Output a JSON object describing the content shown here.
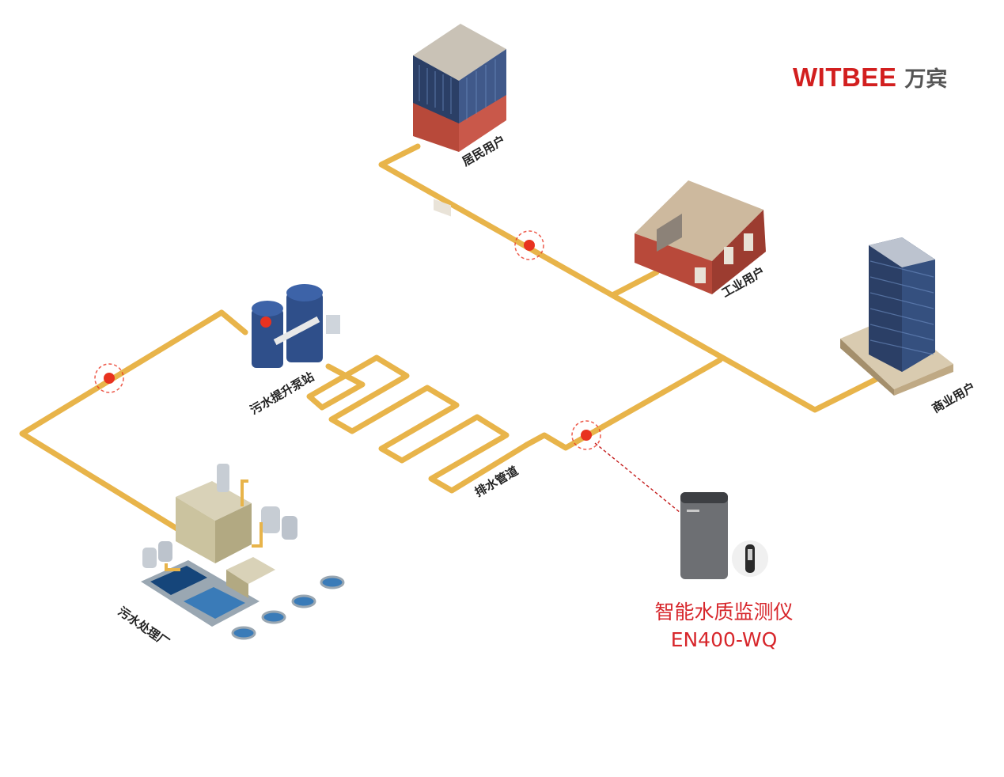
{
  "brand": {
    "name_en": "WITBEE",
    "name_cn": "万宾",
    "color": "#d21f1f"
  },
  "labels": {
    "residential": "居民用户",
    "industrial": "工业用户",
    "commercial": "商业用户",
    "pump_station": "污水提升泵站",
    "drainage_pipe": "排水管道",
    "treatment_plant": "污水处理厂"
  },
  "device": {
    "name": "智能水质监测仪",
    "model": "EN400-WQ",
    "color": "#d7262b"
  },
  "colors": {
    "pipe": "#e8b44a",
    "monitor_point": "#e8321f",
    "tower_glass": "#2b3f66",
    "brick": "#b8493a"
  }
}
